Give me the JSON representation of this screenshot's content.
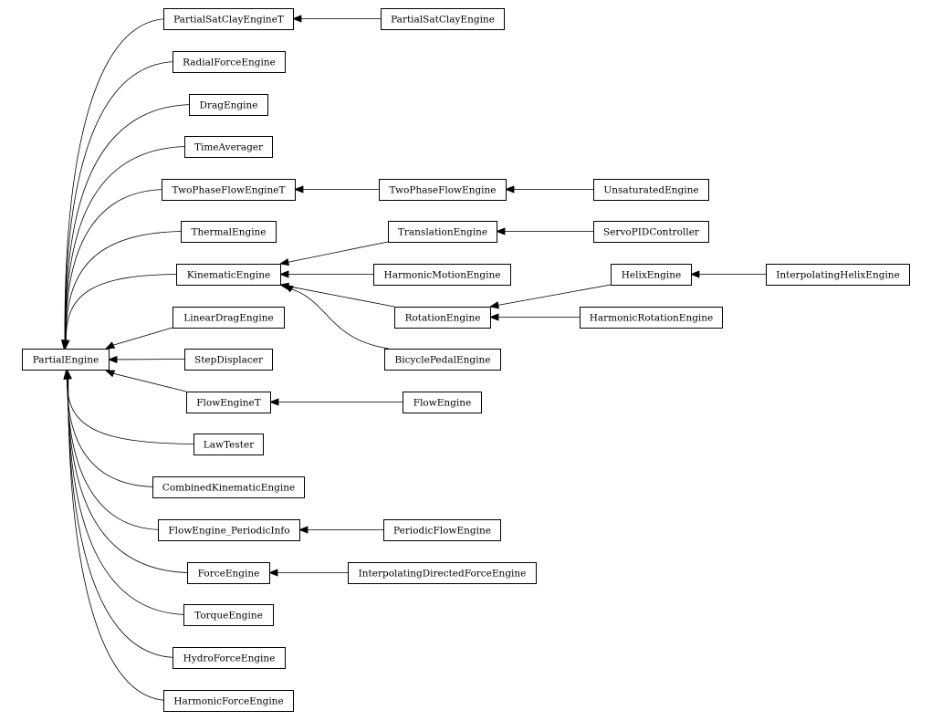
{
  "diagram": {
    "type": "class-inheritance-graph",
    "nodes": [
      {
        "id": "PartialEngine",
        "label": "PartialEngine"
      },
      {
        "id": "PartialSatClayEngineT",
        "label": "PartialSatClayEngineT"
      },
      {
        "id": "PartialSatClayEngine",
        "label": "PartialSatClayEngine"
      },
      {
        "id": "RadialForceEngine",
        "label": "RadialForceEngine"
      },
      {
        "id": "DragEngine",
        "label": "DragEngine"
      },
      {
        "id": "TimeAverager",
        "label": "TimeAverager"
      },
      {
        "id": "TwoPhaseFlowEngineT",
        "label": "TwoPhaseFlowEngineT"
      },
      {
        "id": "TwoPhaseFlowEngine",
        "label": "TwoPhaseFlowEngine"
      },
      {
        "id": "UnsaturatedEngine",
        "label": "UnsaturatedEngine"
      },
      {
        "id": "ThermalEngine",
        "label": "ThermalEngine"
      },
      {
        "id": "TranslationEngine",
        "label": "TranslationEngine"
      },
      {
        "id": "ServoPIDController",
        "label": "ServoPIDController"
      },
      {
        "id": "KinematicEngine",
        "label": "KinematicEngine"
      },
      {
        "id": "HarmonicMotionEngine",
        "label": "HarmonicMotionEngine"
      },
      {
        "id": "HelixEngine",
        "label": "HelixEngine"
      },
      {
        "id": "InterpolatingHelixEngine",
        "label": "InterpolatingHelixEngine"
      },
      {
        "id": "RotationEngine",
        "label": "RotationEngine"
      },
      {
        "id": "HarmonicRotationEngine",
        "label": "HarmonicRotationEngine"
      },
      {
        "id": "LinearDragEngine",
        "label": "LinearDragEngine"
      },
      {
        "id": "BicyclePedalEngine",
        "label": "BicyclePedalEngine"
      },
      {
        "id": "StepDisplacer",
        "label": "StepDisplacer"
      },
      {
        "id": "FlowEngineT",
        "label": "FlowEngineT"
      },
      {
        "id": "FlowEngine",
        "label": "FlowEngine"
      },
      {
        "id": "LawTester",
        "label": "LawTester"
      },
      {
        "id": "CombinedKinematicEngine",
        "label": "CombinedKinematicEngine"
      },
      {
        "id": "FlowEngine_PeriodicInfo",
        "label": "FlowEngine_PeriodicInfo"
      },
      {
        "id": "PeriodicFlowEngine",
        "label": "PeriodicFlowEngine"
      },
      {
        "id": "ForceEngine",
        "label": "ForceEngine"
      },
      {
        "id": "InterpolatingDirectedForceEngine",
        "label": "InterpolatingDirectedForceEngine"
      },
      {
        "id": "TorqueEngine",
        "label": "TorqueEngine"
      },
      {
        "id": "HydroForceEngine",
        "label": "HydroForceEngine"
      },
      {
        "id": "HarmonicForceEngine",
        "label": "HarmonicForceEngine"
      }
    ],
    "edges": [
      {
        "from": "PartialSatClayEngineT",
        "to": "PartialEngine"
      },
      {
        "from": "RadialForceEngine",
        "to": "PartialEngine"
      },
      {
        "from": "DragEngine",
        "to": "PartialEngine"
      },
      {
        "from": "TimeAverager",
        "to": "PartialEngine"
      },
      {
        "from": "TwoPhaseFlowEngineT",
        "to": "PartialEngine"
      },
      {
        "from": "ThermalEngine",
        "to": "PartialEngine"
      },
      {
        "from": "KinematicEngine",
        "to": "PartialEngine"
      },
      {
        "from": "LinearDragEngine",
        "to": "PartialEngine"
      },
      {
        "from": "StepDisplacer",
        "to": "PartialEngine"
      },
      {
        "from": "FlowEngineT",
        "to": "PartialEngine"
      },
      {
        "from": "LawTester",
        "to": "PartialEngine"
      },
      {
        "from": "CombinedKinematicEngine",
        "to": "PartialEngine"
      },
      {
        "from": "FlowEngine_PeriodicInfo",
        "to": "PartialEngine"
      },
      {
        "from": "ForceEngine",
        "to": "PartialEngine"
      },
      {
        "from": "TorqueEngine",
        "to": "PartialEngine"
      },
      {
        "from": "HydroForceEngine",
        "to": "PartialEngine"
      },
      {
        "from": "HarmonicForceEngine",
        "to": "PartialEngine"
      },
      {
        "from": "PartialSatClayEngine",
        "to": "PartialSatClayEngineT"
      },
      {
        "from": "TwoPhaseFlowEngine",
        "to": "TwoPhaseFlowEngineT"
      },
      {
        "from": "UnsaturatedEngine",
        "to": "TwoPhaseFlowEngine"
      },
      {
        "from": "TranslationEngine",
        "to": "KinematicEngine"
      },
      {
        "from": "HarmonicMotionEngine",
        "to": "KinematicEngine"
      },
      {
        "from": "RotationEngine",
        "to": "KinematicEngine"
      },
      {
        "from": "BicyclePedalEngine",
        "to": "KinematicEngine"
      },
      {
        "from": "ServoPIDController",
        "to": "TranslationEngine"
      },
      {
        "from": "HelixEngine",
        "to": "RotationEngine"
      },
      {
        "from": "HarmonicRotationEngine",
        "to": "RotationEngine"
      },
      {
        "from": "InterpolatingHelixEngine",
        "to": "HelixEngine"
      },
      {
        "from": "FlowEngine",
        "to": "FlowEngineT"
      },
      {
        "from": "PeriodicFlowEngine",
        "to": "FlowEngine_PeriodicInfo"
      },
      {
        "from": "InterpolatingDirectedForceEngine",
        "to": "ForceEngine"
      }
    ]
  }
}
